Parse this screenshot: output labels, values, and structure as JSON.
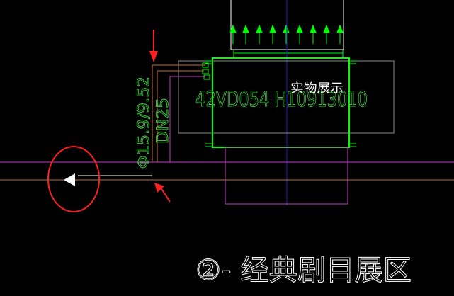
{
  "drawing": {
    "equipment_label": "42VD054 H10913010",
    "display_label": "实物展示",
    "pipe_size_label": "Φ15.9/9.52",
    "duct_label": "DN25",
    "zone_title": "②- 经典剧目展区"
  },
  "colors": {
    "background": "#000000",
    "equipment": "#00ff00",
    "pipe_green": "#3fbf3f",
    "magenta": "#c040c0",
    "orange": "#c07030",
    "white": "#ffffff",
    "red_markup": "#ff2020",
    "blue_axis": "#2020c0"
  }
}
